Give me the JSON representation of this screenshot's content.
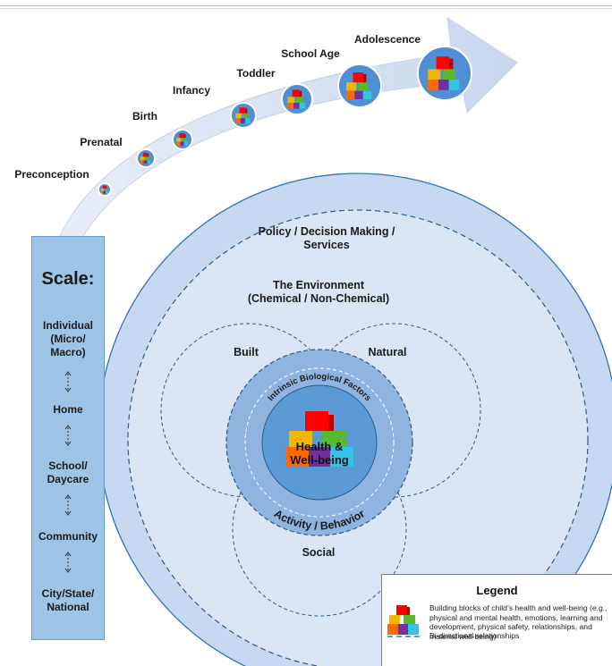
{
  "stages": [
    "Preconception",
    "Prenatal",
    "Birth",
    "Infancy",
    "Toddler",
    "School Age",
    "Adolescence"
  ],
  "rings": {
    "outer": "Policy / Decision Making /",
    "outer2": "Services",
    "env1": "The Environment",
    "env2": "(Chemical / Non-Chemical)",
    "built": "Built",
    "natural": "Natural",
    "social": "Social",
    "intrinsic": "Intrinsic Biological Factors",
    "activity": "Activity / Behavior",
    "center1": "Health &",
    "center2": "Well-being"
  },
  "scale": {
    "title": "Scale:",
    "items": [
      [
        "Individual",
        "(Micro/",
        "Macro)"
      ],
      [
        "Home"
      ],
      [
        "School/",
        "Daycare"
      ],
      [
        "Community"
      ],
      [
        "City/State/",
        "National"
      ]
    ]
  },
  "legend": {
    "title": "Legend",
    "blocks_text": "Building blocks of child’s health and well-being (e.g., physical and mental health, emotions, learning and development, physical safety, relationships, and material well-being)",
    "line_text": "Bi-directional relationships"
  },
  "colors": {
    "outer_circle": "#c6d9f0",
    "env_circle": "#dae6f5",
    "inner_ring": "#8fb4df",
    "core": "#5b9bd5",
    "arrow": "#d6e2f3",
    "scale_bar": "#9dc3e6",
    "blocks": [
      "#ff0000",
      "#f2b700",
      "#59b82e",
      "#ff6a00",
      "#7030a0",
      "#33c3e8"
    ]
  }
}
